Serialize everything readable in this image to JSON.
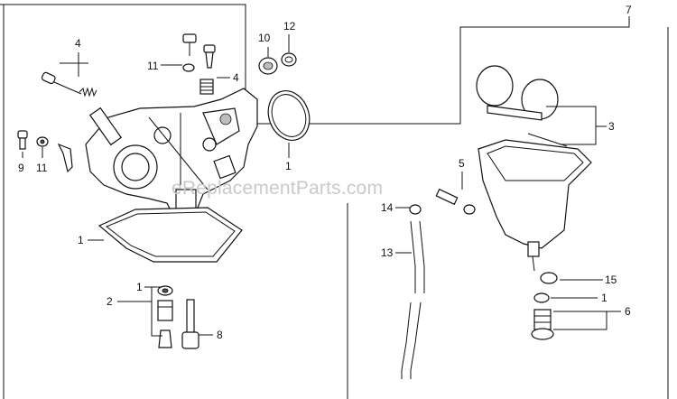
{
  "watermark": "eReplacementParts.com",
  "callouts": {
    "c1_gasket_top": "1",
    "c1_gasket_bottom": "1",
    "c1_jet": "1",
    "c1_drain": "1",
    "c2": "2",
    "c3": "3",
    "c4_top": "4",
    "c4_mid": "4",
    "c5": "5",
    "c6": "6",
    "c7": "7",
    "c8": "8",
    "c9": "9",
    "c10": "10",
    "c11_top": "11",
    "c11_left": "11",
    "c12": "12",
    "c13": "13",
    "c14": "14",
    "c15": "15"
  },
  "colors": {
    "line": "#111111",
    "background": "#ffffff",
    "watermark": "#c9c9c9"
  }
}
